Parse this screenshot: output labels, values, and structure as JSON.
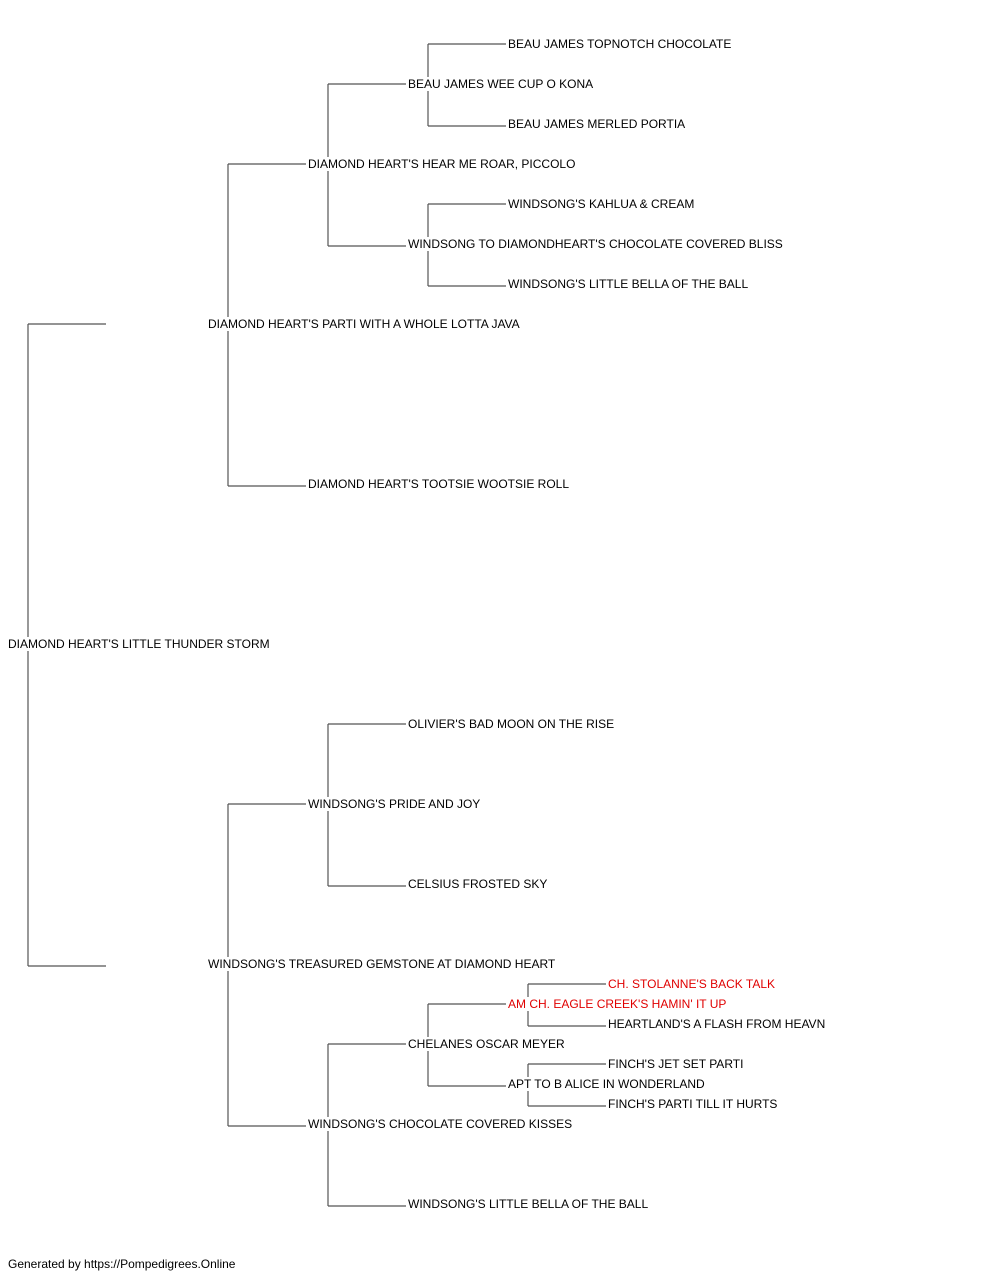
{
  "colors": {
    "line": "#555555",
    "text": "#000000",
    "titled": "#e00000"
  },
  "pedigree": {
    "name": "DIAMOND HEART'S LITTLE THUNDER STORM",
    "sire": {
      "name": "DIAMOND HEART'S PARTI WITH A WHOLE LOTTA JAVA",
      "sire": {
        "name": "DIAMOND HEART'S HEAR ME ROAR, PICCOLO",
        "sire": {
          "name": "BEAU JAMES WEE CUP O KONA",
          "sire": {
            "name": "BEAU JAMES TOPNOTCH CHOCOLATE"
          },
          "dam": {
            "name": "BEAU JAMES MERLED PORTIA"
          }
        },
        "dam": {
          "name": "WINDSONG TO DIAMONDHEART'S CHOCOLATE COVERED BLISS",
          "sire": {
            "name": "WINDSONG'S KAHLUA & CREAM"
          },
          "dam": {
            "name": "WINDSONG'S LITTLE BELLA OF THE BALL"
          }
        }
      },
      "dam": {
        "name": "DIAMOND HEART'S TOOTSIE WOOTSIE ROLL"
      }
    },
    "dam": {
      "name": "WINDSONG'S TREASURED GEMSTONE AT DIAMOND HEART",
      "sire": {
        "name": "WINDSONG'S PRIDE AND JOY",
        "sire": {
          "name": "OLIVIER'S BAD MOON ON THE RISE"
        },
        "dam": {
          "name": "CELSIUS FROSTED SKY"
        }
      },
      "dam": {
        "name": "WINDSONG'S CHOCOLATE COVERED KISSES",
        "sire": {
          "name": "CHELANES OSCAR MEYER",
          "sire": {
            "name": "AM CH. EAGLE CREEK'S HAMIN' IT UP",
            "titled": true,
            "sire": {
              "name": "CH. STOLANNE'S BACK TALK",
              "titled": true
            },
            "dam": {
              "name": "HEARTLAND'S A FLASH FROM HEAVN"
            }
          },
          "dam": {
            "name": "APT TO B ALICE IN WONDERLAND",
            "sire": {
              "name": "FINCH'S JET SET PARTI"
            },
            "dam": {
              "name": "FINCH'S PARTI TILL IT HURTS"
            }
          }
        },
        "dam": {
          "name": "WINDSONG'S LITTLE BELLA OF THE BALL"
        }
      }
    }
  },
  "footer": {
    "text": "Generated by https://Pompedigrees.Online"
  }
}
